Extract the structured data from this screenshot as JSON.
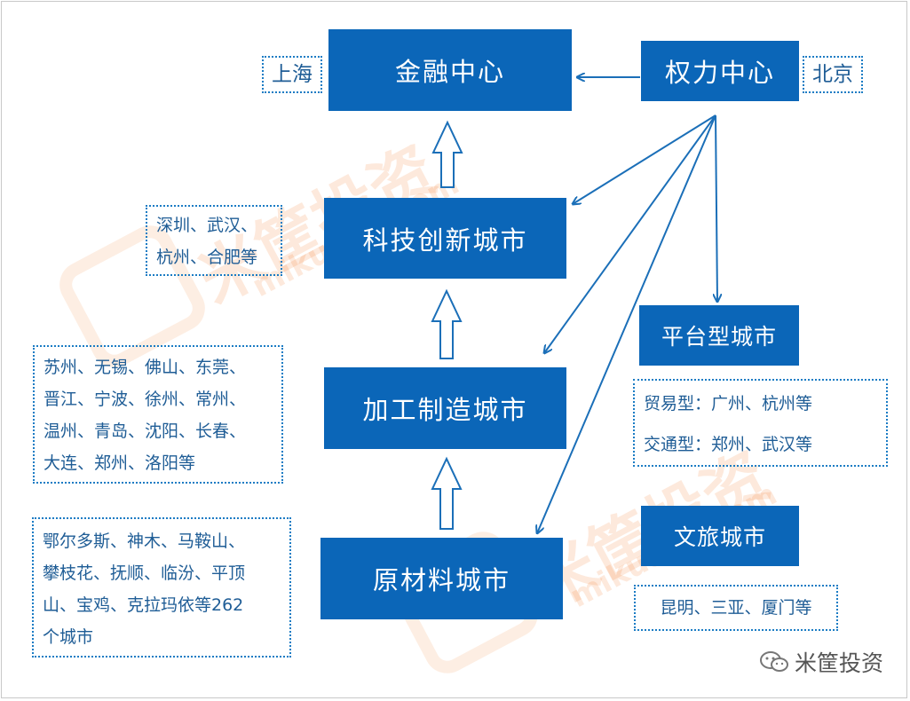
{
  "nodes": {
    "finance": "金融中心",
    "power": "权力中心",
    "tech": "科技创新城市",
    "manufacturing": "加工制造城市",
    "raw_material": "原材料城市",
    "platform": "平台型城市",
    "culture_tourism": "文旅城市"
  },
  "notes": {
    "finance": "上海",
    "power": "北京",
    "tech": [
      "深圳、武汉、",
      "杭州、合肥等"
    ],
    "manufacturing": [
      "苏州、无锡、佛山、东莞、",
      "晋江、宁波、徐州、常州、",
      "温州、青岛、沈阳、长春、",
      "大连、郑州、洛阳等"
    ],
    "raw_material": [
      "鄂尔多斯、神木、马鞍山、",
      "攀枝花、抚顺、临汾、平顶",
      "山、宝鸡、克拉玛依等262",
      "个城市"
    ],
    "platform": [
      "贸易型：广州、杭州等",
      "交通型：郑州、武汉等"
    ],
    "culture_tourism": "昆明、三亚、厦门等"
  },
  "watermark": {
    "name": "米筐投资",
    "domain": "mikuang.com"
  },
  "brand": {
    "name": "米筐投资"
  },
  "colors": {
    "node_fill": "#0b66b8",
    "connector": "#1b6fb8",
    "note_border": "#1b7cc4",
    "watermark": "#f07828"
  }
}
